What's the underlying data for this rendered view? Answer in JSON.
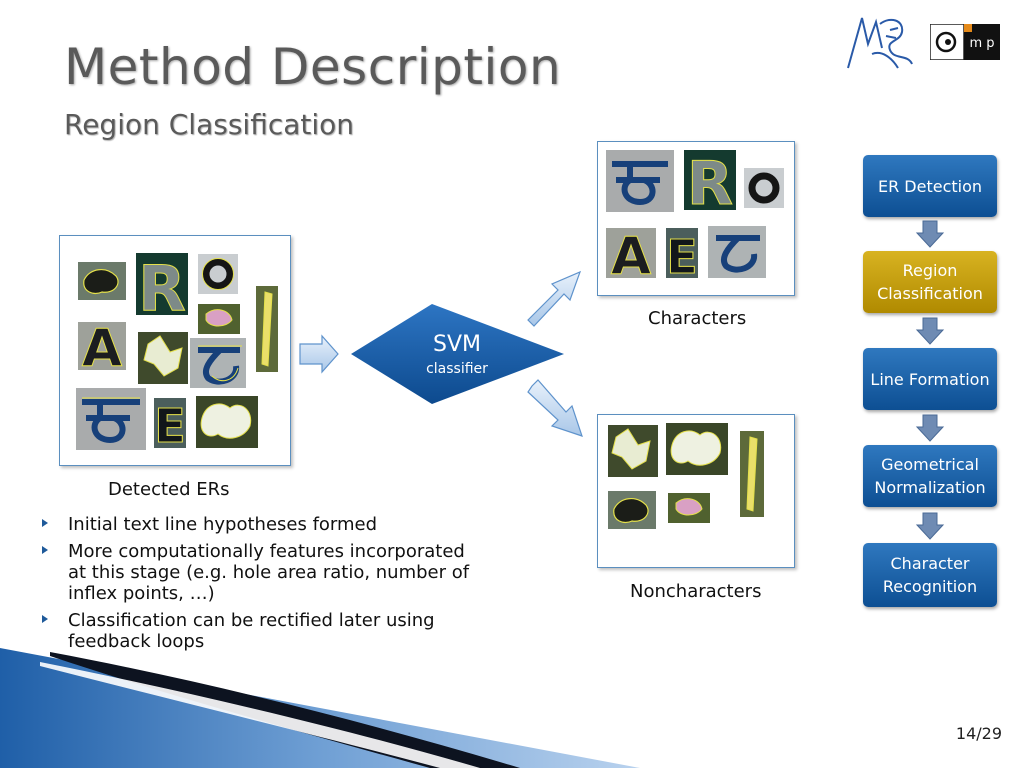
{
  "slide": {
    "title": "Method Description",
    "subtitle": "Region Classification",
    "page_number": "14/29"
  },
  "logos": {
    "right": "m p"
  },
  "captions": {
    "detected": "Detected ERs",
    "characters": "Characters",
    "noncharacters": "Noncharacters"
  },
  "classifier": {
    "name": "SVM",
    "sub": "classifier"
  },
  "bullets": [
    "Initial text line hypotheses formed",
    "More computationally features incorporated at this stage (e.g. hole area ratio, number of inflex points, …)",
    "Classification can be rectified later using feedback loops"
  ],
  "pipeline": [
    {
      "label": "ER Detection",
      "active": false
    },
    {
      "label": "Region Classification",
      "active": true
    },
    {
      "label": "Line Formation",
      "active": false
    },
    {
      "label": "Geometrical Normalization",
      "active": false
    },
    {
      "label": "Character Recognition",
      "active": false
    }
  ],
  "glyphs": {
    "R": "R",
    "O": "o",
    "A": "A",
    "E": "E"
  },
  "colors": {
    "accent": "#1f5a9a",
    "pipeline_blue": "#1a62ab",
    "pipeline_gold": "#c9a211",
    "contour": "#e4e04a"
  }
}
